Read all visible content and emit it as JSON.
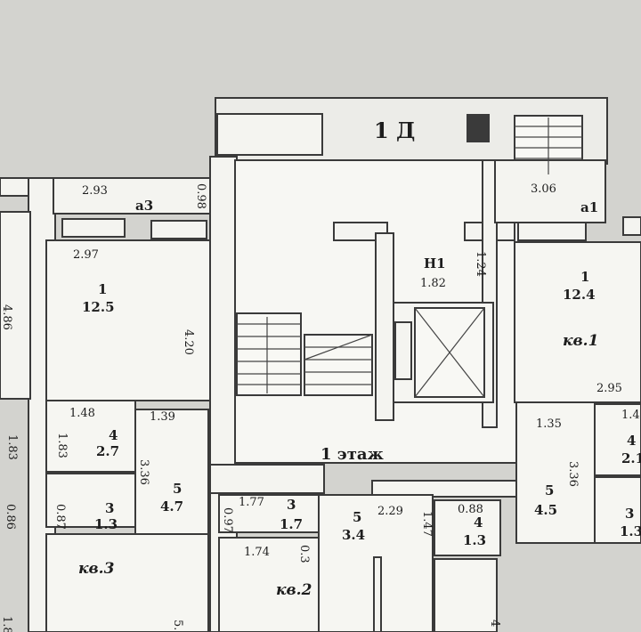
{
  "plan": {
    "section_label": "1 Д",
    "floor_label": "1 этаж",
    "landing_label": "Н1",
    "apartments": [
      "кв.1",
      "кв.2",
      "кв.3"
    ],
    "rooms": [
      {
        "room": "1",
        "area": "12.5"
      },
      {
        "room": "1",
        "area": "12.4"
      },
      {
        "room": "4",
        "area": "2.7"
      },
      {
        "room": "5",
        "area": "4.7"
      },
      {
        "room": "3",
        "area": "1.3"
      },
      {
        "room": "3",
        "area": "1.7"
      },
      {
        "room": "5",
        "area": "3.4"
      },
      {
        "room": "4",
        "area": "1.3"
      },
      {
        "room": "5",
        "area": "4.5"
      },
      {
        "room": "4",
        "area": "2.1"
      },
      {
        "room": "3",
        "area": "1.3"
      }
    ],
    "dimensions": [
      "2.93",
      "0.98",
      "2.97",
      "4.86",
      "4.20",
      "1.48",
      "1.39",
      "1.83",
      "1.83",
      "3.36",
      "0.86",
      "0.87",
      "3.06",
      "1.24",
      "1.82",
      "2.95",
      "1.4",
      "1.35",
      "3.36",
      "1.77",
      "0.97",
      "1.74",
      "0.3",
      "2.29",
      "0.88",
      "1.47",
      "5.",
      "1.8",
      "4"
    ],
    "balcony_labels": [
      "а3",
      "а1"
    ]
  }
}
